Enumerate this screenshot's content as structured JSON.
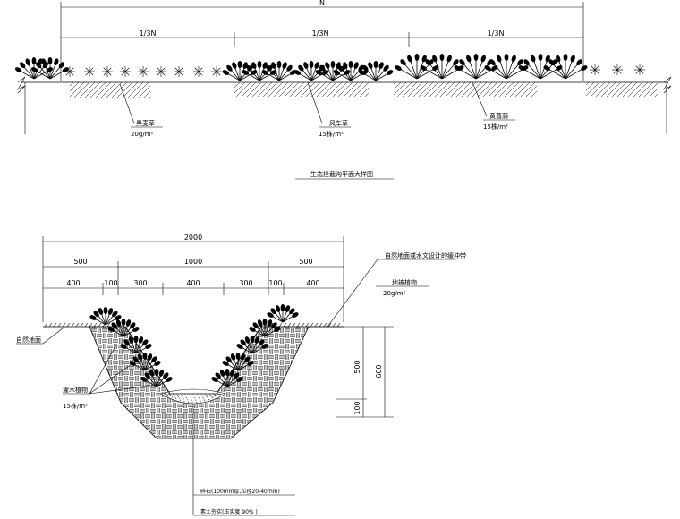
{
  "plan": {
    "dim_total": "N",
    "dim_third": "1/3N",
    "plant_1_name": "黑麦草",
    "plant_1_rate": "20g/m²",
    "plant_2_name": "风车草",
    "plant_2_rate": "15株/m²",
    "plant_3_name": "黄菖蒲",
    "plant_3_rate": "15株/m²",
    "caption": "生态拦截沟平面大样图"
  },
  "section": {
    "dim_total": "2000",
    "dim_500": "500",
    "dim_1000": "1000",
    "dim_400": "400",
    "dim_100": "100",
    "dim_300": "300",
    "label_buffer": "自然地面或水文设计的缓冲带",
    "label_ground_cover": "地被植物",
    "label_ground_cover_rate": "20g/m²",
    "label_natural_ground": "自然地面",
    "label_shrub": "灌木植物",
    "label_shrub_rate": "15株/m²",
    "dim_v_500": "500",
    "dim_v_600": "600",
    "dim_v_100": "100",
    "label_gravel": "碎石(100mm厚,粒径20-40mm)",
    "label_soil": "素土夯实(压实度      90%  )"
  }
}
